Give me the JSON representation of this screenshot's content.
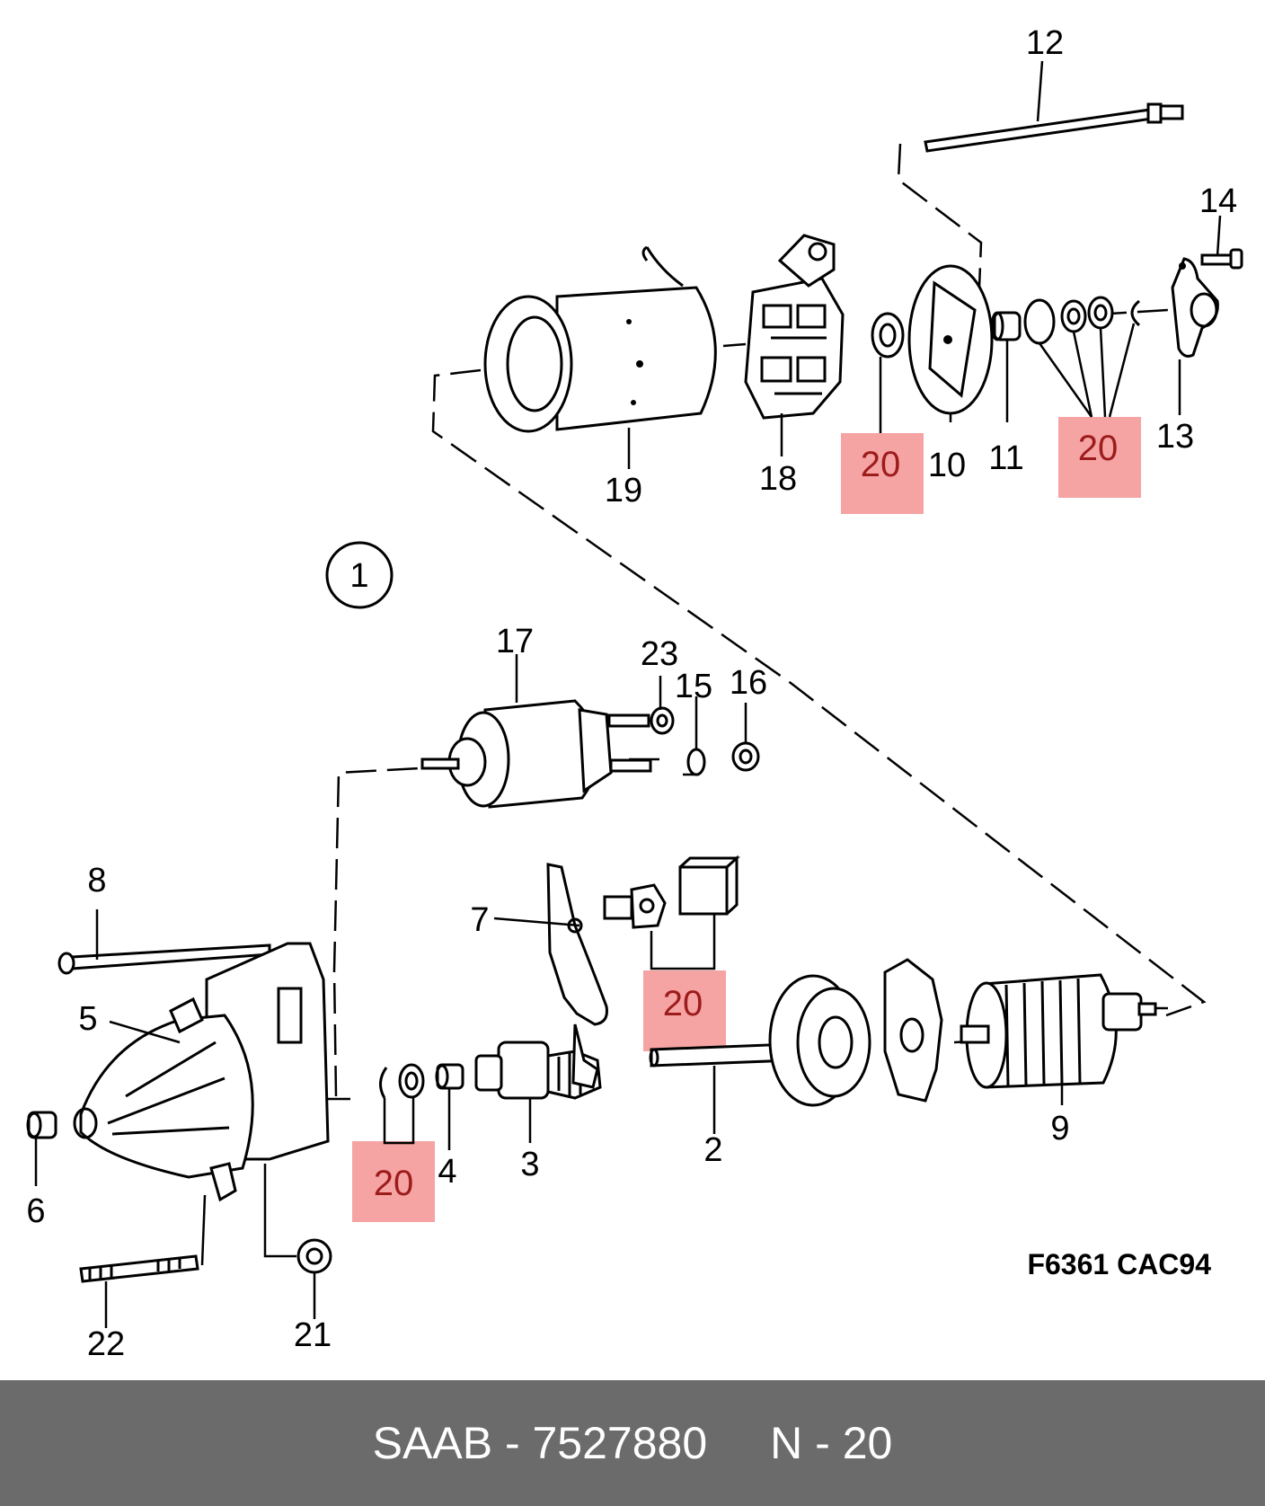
{
  "diagram": {
    "callouts": {
      "c1": "1",
      "c2": "2",
      "c3": "3",
      "c4": "4",
      "c5": "5",
      "c6": "6",
      "c7": "7",
      "c8": "8",
      "c9": "9",
      "c10": "10",
      "c11": "11",
      "c12": "12",
      "c13": "13",
      "c14": "14",
      "c15": "15",
      "c16": "16",
      "c17": "17",
      "c18": "18",
      "c19": "19",
      "c21": "21",
      "c22": "22",
      "c23": "23"
    },
    "highlighted_callout": "20",
    "drawing_code": "F6361 CAC94",
    "highlight_color": "#f6a3a3",
    "highlight_text_color": "#9c1c1c"
  },
  "footer": {
    "brand_part": "SAAB - 7527880",
    "item_ref": "N - 20",
    "background": "#6b6b6b"
  }
}
